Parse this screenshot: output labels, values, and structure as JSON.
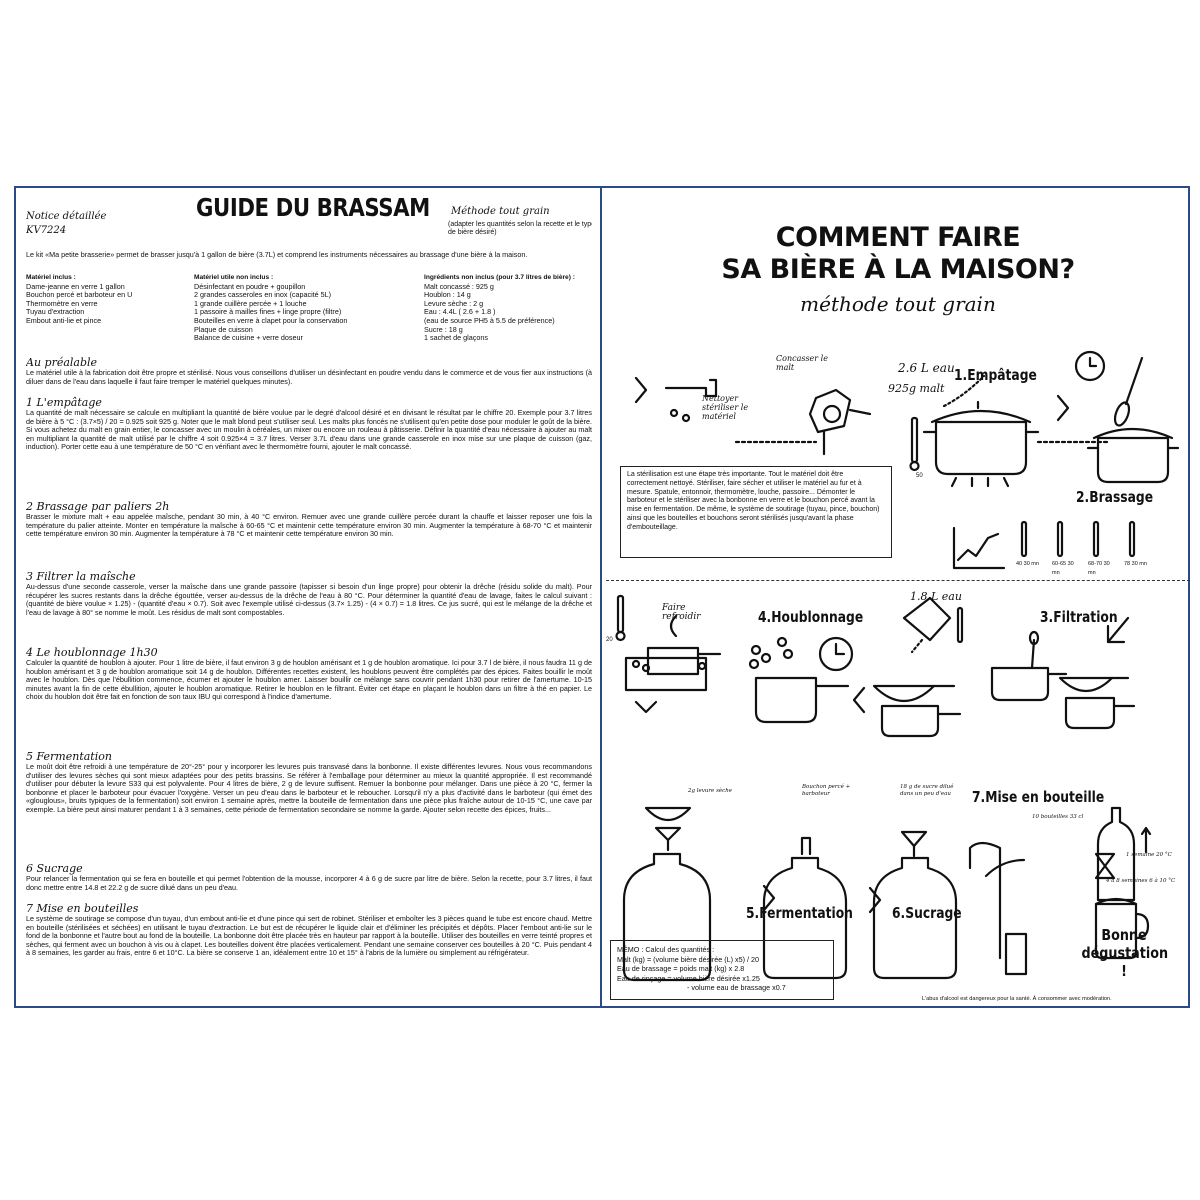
{
  "left": {
    "notice": "Notice détaillée",
    "ref": "KV7224",
    "title": "GUIDE DU BRASSAM",
    "method": "Méthode tout grain",
    "method_note": "(adapter les quantités selon la recette et le type de bière désiré)",
    "intro": "Le kit «Ma petite brasserie» permet de brasser jusqu'à 1 gallon de bière (3.7L) et comprend les instruments nécessaires au brassage d'une bière à la maison.",
    "materiel_inclus": {
      "heading": "Matériel inclus :",
      "items": [
        "Dame-jeanne en verre 1 gallon",
        "Bouchon percé et barboteur en U",
        "Thermomètre en verre",
        "Tuyau d'extraction",
        "Embout anti-lie et pince"
      ]
    },
    "materiel_non_inclus": {
      "heading": "Matériel utile non inclus :",
      "items": [
        "Désinfectant en poudre + goupillon",
        "2 grandes casseroles en inox (capacité 5L)",
        "1 grande cuillère percée + 1 louche",
        "1 passoire à mailles fines + linge propre (filtre)",
        "Bouteilles en verre à clapet pour la conservation",
        "Plaque de cuisson",
        "Balance de cuisine + verre doseur"
      ]
    },
    "ingredients": {
      "heading": "Ingrédients non inclus (pour 3.7 litres de bière) :",
      "items": [
        "Malt concassé : 925 g",
        "Houblon : 14 g",
        "Levure sèche : 2 g",
        "Eau : 4.4L ( 2.6 + 1.8 )",
        "(eau de source PH5 à 5.5 de préférence)",
        "Sucre : 18 g",
        "1 sachet de glaçons"
      ]
    },
    "sections": [
      {
        "title": "Au préalable",
        "text": "Le matériel utile à la fabrication doit être propre et stérilisé. Nous vous conseillons d'utiliser un désinfectant en poudre vendu dans le commerce et de vous fier aux instructions (à diluer dans de l'eau dans laquelle il faut faire tremper le matériel quelques minutes)."
      },
      {
        "title": "1 L'empâtage",
        "text": "La quantité de malt nécessaire se calcule en multipliant la quantité de bière voulue par le degré d'alcool désiré et en divisant le résultat par le chiffre 20. Exemple pour 3.7 litres de bière à 5 °C : (3.7×5) / 20 = 0.925 soit 925 g. Noter que le malt blond peut s'utiliser seul. Les malts plus foncés ne s'utilisent qu'en petite dose pour moduler le goût de la bière. Si vous achetez du malt en grain entier, le concasser avec un moulin à céréales, un mixer ou encore un rouleau à pâtisserie. Définir la quantité d'eau nécessaire à ajouter au malt en multipliant la quantité de malt utilisé par le chiffre 4 soit 0.925×4 = 3.7 litres. Verser 3.7L d'eau dans une grande casserole en inox mise sur une plaque de cuisson (gaz, induction). Porter cette eau à une température de 50 °C en vérifiant avec le thermomètre fourni, ajouter le malt concassé."
      },
      {
        "title": "2 Brassage par paliers 2h",
        "text": "Brasser le mixture malt + eau appelée maîsche, pendant 30 min, à 40 °C environ. Remuer avec une grande cuillère percée durant la chauffe et laisser reposer une fois la température du palier atteinte. Monter en température la maîsche à 60-65 °C et maintenir cette température environ 30 min. Augmenter la température à 68-70 °C et maintenir cette température environ 30 min. Augmenter la température à 78 °C et maintenir cette température environ 30 min."
      },
      {
        "title": "3 Filtrer la maîsche",
        "text": "Au-dessus d'une seconde casserole, verser la maîsche dans une grande passoire (tapisser si besoin d'un linge propre) pour obtenir la drêche (résidu solide du malt). Pour récupérer les sucres restants dans la drêche égouttée, verser au-dessus de la drêche de l'eau à 80 °C. Pour déterminer la quantité d'eau de lavage, faites le calcul suivant : (quantité de bière voulue × 1.25) - (quantité d'eau × 0.7). Soit avec l'exemple utilisé ci-dessus (3.7× 1.25) - (4 × 0.7) = 1.8 litres. Ce jus sucré, qui est le mélange de la drêche et l'eau de lavage à 80° se nomme le moût. Les résidus de malt sont compostables."
      },
      {
        "title": "4 Le houblonnage 1h30",
        "text": "Calculer la quantité de houblon à ajouter. Pour 1 litre de bière, il faut environ 3 g de houblon amérisant et 1 g de houblon aromatique. Ici pour 3.7 l de bière, il nous faudra 11 g de houblon amérisant et 3 g de houblon aromatique soit 14 g de houblon. Différentes recettes existent, les houblons peuvent être complétés par des épices. Faites bouillir le moût avec le houblon. Dès que l'ébullition commence, écumer et ajouter le houblon amer. Laisser bouillir ce mélange sans couvrir pendant 1h30 pour retirer de l'amertume. 10-15 minutes avant la fin de cette ébullition, ajouter le houblon aromatique. Retirer le houblon en le filtrant. Éviter cet étape en plaçant le houblon dans un filtre à thé en papier. Le choix du houblon doit être fait en fonction de son taux IBU qui correspond à l'indice d'amertume."
      },
      {
        "title": "5 Fermentation",
        "text": "Le moût doit être refroidi à une température de 20°-25° pour y incorporer les levures puis transvasé dans la bonbonne. Il existe différentes levures. Nous vous recommandons d'utiliser des levures sèches qui sont mieux adaptées pour des petits brassins. Se référer à l'emballage pour déterminer au mieux la quantité appropriée. Il est recommandé d'utiliser pour débuter la levure S33 qui est polyvalente. Pour 4 litres de bière, 2 g de levure suffisent. Remuer la bonbonne pour mélanger. Dans une pièce à 20 °C, fermer la bonbonne et placer le barboteur pour évacuer l'oxygène. Verser un peu d'eau dans le barboteur et le reboucher. Lorsqu'il n'y a plus d'activité dans le barboteur (qui émet des «glouglous», bruits typiques de la fermentation) soit environ 1 semaine après, mettre la bouteille de fermentation dans une pièce plus fraîche autour de 10-15 °C, une cave par exemple. La bière peut ainsi maturer pendant 1 à 3 semaines, cette période de fermentation secondaire se nomme la garde. Ajouter selon recette des épices, fruits..."
      },
      {
        "title": "6 Sucrage",
        "text": "Pour relancer la fermentation qui se fera en bouteille et qui permet l'obtention de la mousse, incorporer 4 à 6 g de sucre par litre de bière. Selon la recette, pour 3.7 litres, il faut donc mettre entre 14.8 et 22.2 g de sucre dilué dans un peu d'eau."
      },
      {
        "title": "7 Mise en bouteilles",
        "text": "Le système de soutirage se compose d'un tuyau, d'un embout anti-lie et d'une pince qui sert de robinet. Stériliser et emboîter les 3 pièces quand le tube est encore chaud. Mettre en bouteille (stérilisées et séchées) en utilisant le tuyau d'extraction. Le but est de récupérer le liquide clair et d'éliminer les précipités et dépôts. Placer l'embout anti-lie sur le fond de la bonbonne et l'autre bout au fond de la bouteille. La bonbonne doit être placée très en hauteur par rapport à la bouteille. Utiliser des bouteilles en verre teinté propres et sèches, qui ferment avec un bouchon à vis ou à clapet. Les bouteilles doivent être placées verticalement. Pendant une semaine conserver ces bouteilles à 20 °C. Puis pendant 4 à 8 semaines, les garder au frais, entre 6 et 10°C. La bière se conserve 1 an, idéalement entre 10 et 15° à l'abris de la lumière ou simplement au réfrigérateur."
      }
    ]
  },
  "right": {
    "title_line1": "COMMENT FAIRE",
    "title_line2": "SA BIÈRE À LA MAISON?",
    "subtitle": "méthode tout grain",
    "labels": {
      "concasser": "Concasser le malt",
      "nettoyer": "Nettoyer stériliser le matériel",
      "eau1": "2.6 L eau",
      "malt": "925g malt",
      "eau2": "1.8 L eau",
      "refroidir": "Faire refroidir",
      "temp50": "50",
      "temp20": "20",
      "levure": "2g levure sèche",
      "bouchon": "Bouchon percé + barboteur",
      "sucre": "18 g de sucre dilué dans un peu d'eau",
      "bouteilles": "10 bouteilles 33 cl",
      "semaine": "1 semaine 20 °C",
      "semaines48": "4 à 8 semaines 6 à 10 °C",
      "temps40": "40 30 mn",
      "temps60": "60-65 30 mn",
      "temps68": "68-70 30 mn",
      "temps78": "78 30 mn"
    },
    "steps": {
      "s1": "1.Empâtage",
      "s2": "2.Brassage",
      "s3": "3.Filtration",
      "s4": "4.Houblonnage",
      "s5": "5.Fermentation",
      "s6": "6.Sucrage",
      "s7": "7.Mise en bouteille"
    },
    "note": "La stérilisation est une étape très importante. Tout le matériel doit être correctement nettoyé. Stériliser, faire sécher et utiliser le matériel au fur et à mesure. Spatule, entonnoir, thermomètre, louche, passoire... Démonter le barboteur et le stériliser avec la bonbonne en verre et le bouchon percé avant la mise en fermentation. De même, le système de soutirage (tuyau, pince, bouchon) ainsi que les bouteilles et bouchons seront stérilisés jusqu'avant la phase d'embouteillage.",
    "memo": {
      "title": "MÉMO : Calcul des quantités :",
      "l1": "Malt (kg) = (volume bière désirée (L) x5) / 20",
      "l2": "Eau de brassage = poids malt (kg) x 2.8",
      "l3": "Eau de rinçage = volume bière désirée x1.25",
      "l4": "- volume eau de brassage x0.7"
    },
    "bonne1": "Bonne",
    "bonne2": "dégustation !",
    "warning": "L'abus d'alcool est dangereux pour la santé. À consommer avec modération."
  }
}
